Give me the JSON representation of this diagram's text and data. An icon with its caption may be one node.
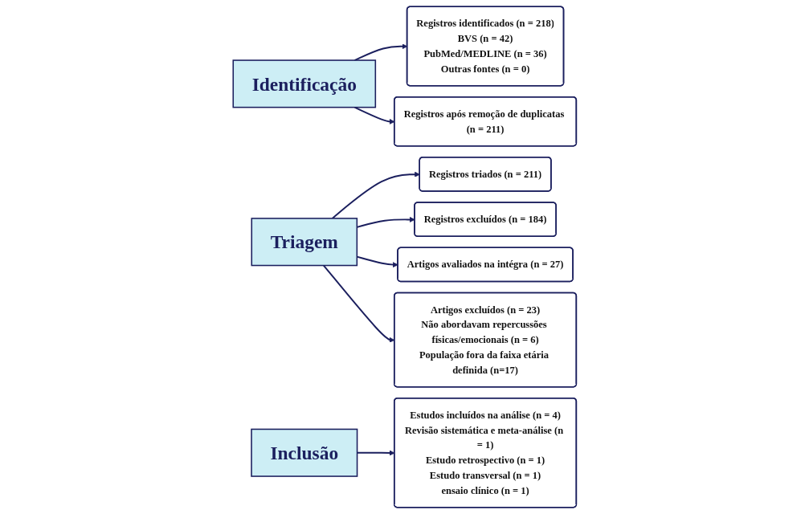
{
  "diagram": {
    "nodes": [
      {
        "text": [
          "Identificação"
        ]
      },
      {
        "text": [
          "Registros identificados (n = 218)",
          "BVS (n = 42)",
          "PubMed/MEDLINE (n = 36)",
          "Outras fontes (n = 0)"
        ]
      },
      {
        "text": [
          "Registros após remoção de duplicatas (n = 211)"
        ]
      },
      {
        "text": [
          "Triagem"
        ]
      },
      {
        "text": [
          "Registros triados (n = 211)"
        ]
      },
      {
        "text": [
          "Registros excluídos (n = 184)"
        ]
      },
      {
        "text": [
          "Artigos avaliados na intégra (n = 27)"
        ]
      },
      {
        "text": [
          "Artigos excluídos (n = 23)",
          "Não abordavam repercussões físicas/emocionais (n = 6)",
          "População fora da faixa etária definida (n=17)"
        ]
      },
      {
        "text": [
          "Inclusão"
        ]
      },
      {
        "text": [
          "Estudos incluídos na análise (n = 4)",
          "Revisão sistemática e meta-análise (n = 1)",
          "Estudo retrospectivo (n = 1)",
          "Estudo transversal (n = 1)",
          "ensaio clínico (n = 1)"
        ]
      }
    ],
    "edges": [
      {
        "from": 0,
        "to": 1,
        "arrow": "to"
      },
      {
        "from": 0,
        "to": 2,
        "arrow": "to"
      },
      {
        "from": 3,
        "to": 4,
        "arrow": "to"
      },
      {
        "from": 3,
        "to": 5,
        "arrow": "to"
      },
      {
        "from": 3,
        "to": 6,
        "arrow": "to"
      },
      {
        "from": 3,
        "to": 7,
        "arrow": "to"
      },
      {
        "from": 8,
        "to": 9,
        "arrow": "to"
      }
    ]
  }
}
